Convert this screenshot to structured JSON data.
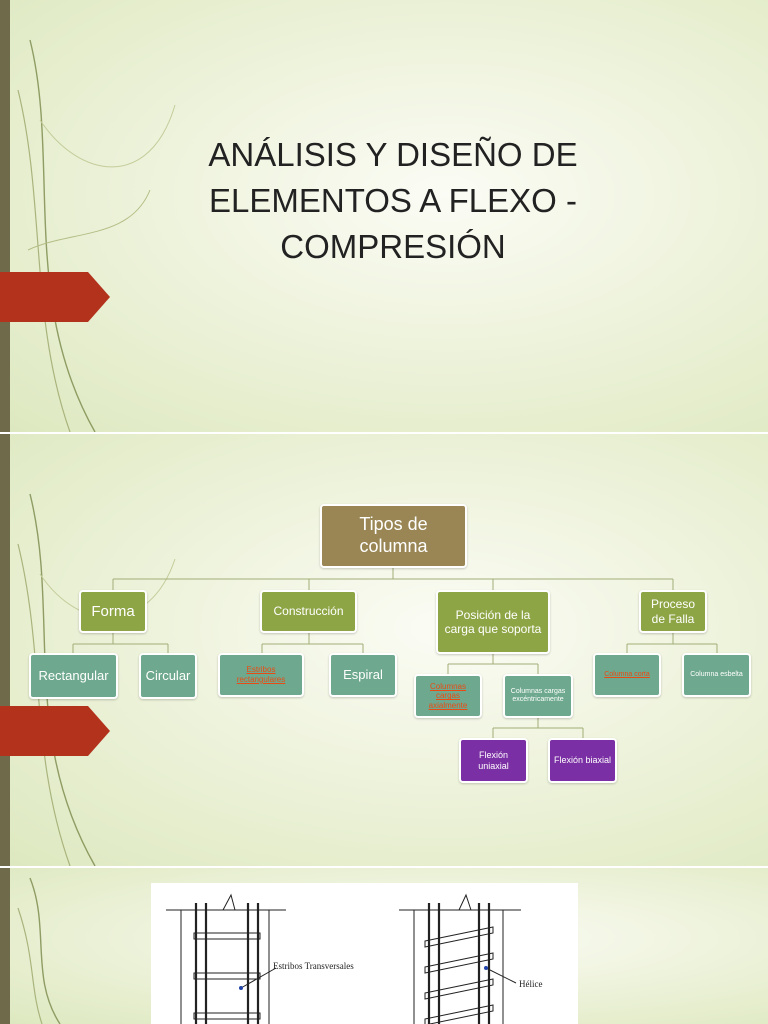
{
  "slide1": {
    "title_line1": "ANÁLISIS Y DISEÑO DE",
    "title_line2": "ELEMENTOS A FLEXO -",
    "title_line3": "COMPRESIÓN"
  },
  "slide2": {
    "root": "Tipos de columna",
    "branches": {
      "forma": {
        "label": "Forma",
        "children": [
          "Rectangular",
          "Circular"
        ]
      },
      "construccion": {
        "label": "Construcción",
        "children": [
          "Estribos rectangulares",
          "Espiral"
        ]
      },
      "posicion": {
        "label": "Posición de la carga que soporta",
        "children": [
          "Columnas cargas axialmente",
          "Columnas cargas excéntricamente"
        ],
        "grandchildren": [
          "Flexión uniaxial",
          "Flexión biaxial"
        ]
      },
      "falla": {
        "label": "Proceso de Falla",
        "children": [
          "Columna corta",
          "Columna esbelta"
        ]
      }
    }
  },
  "slide3": {
    "label_left": "Estribos Transversales",
    "label_right": "Hélice"
  },
  "colors": {
    "root": "#998654",
    "level1": "#8ea545",
    "level2": "#6ea88e",
    "level3": "#7b2fa4",
    "arrow": "#b3321c",
    "link": "#e84c14"
  }
}
